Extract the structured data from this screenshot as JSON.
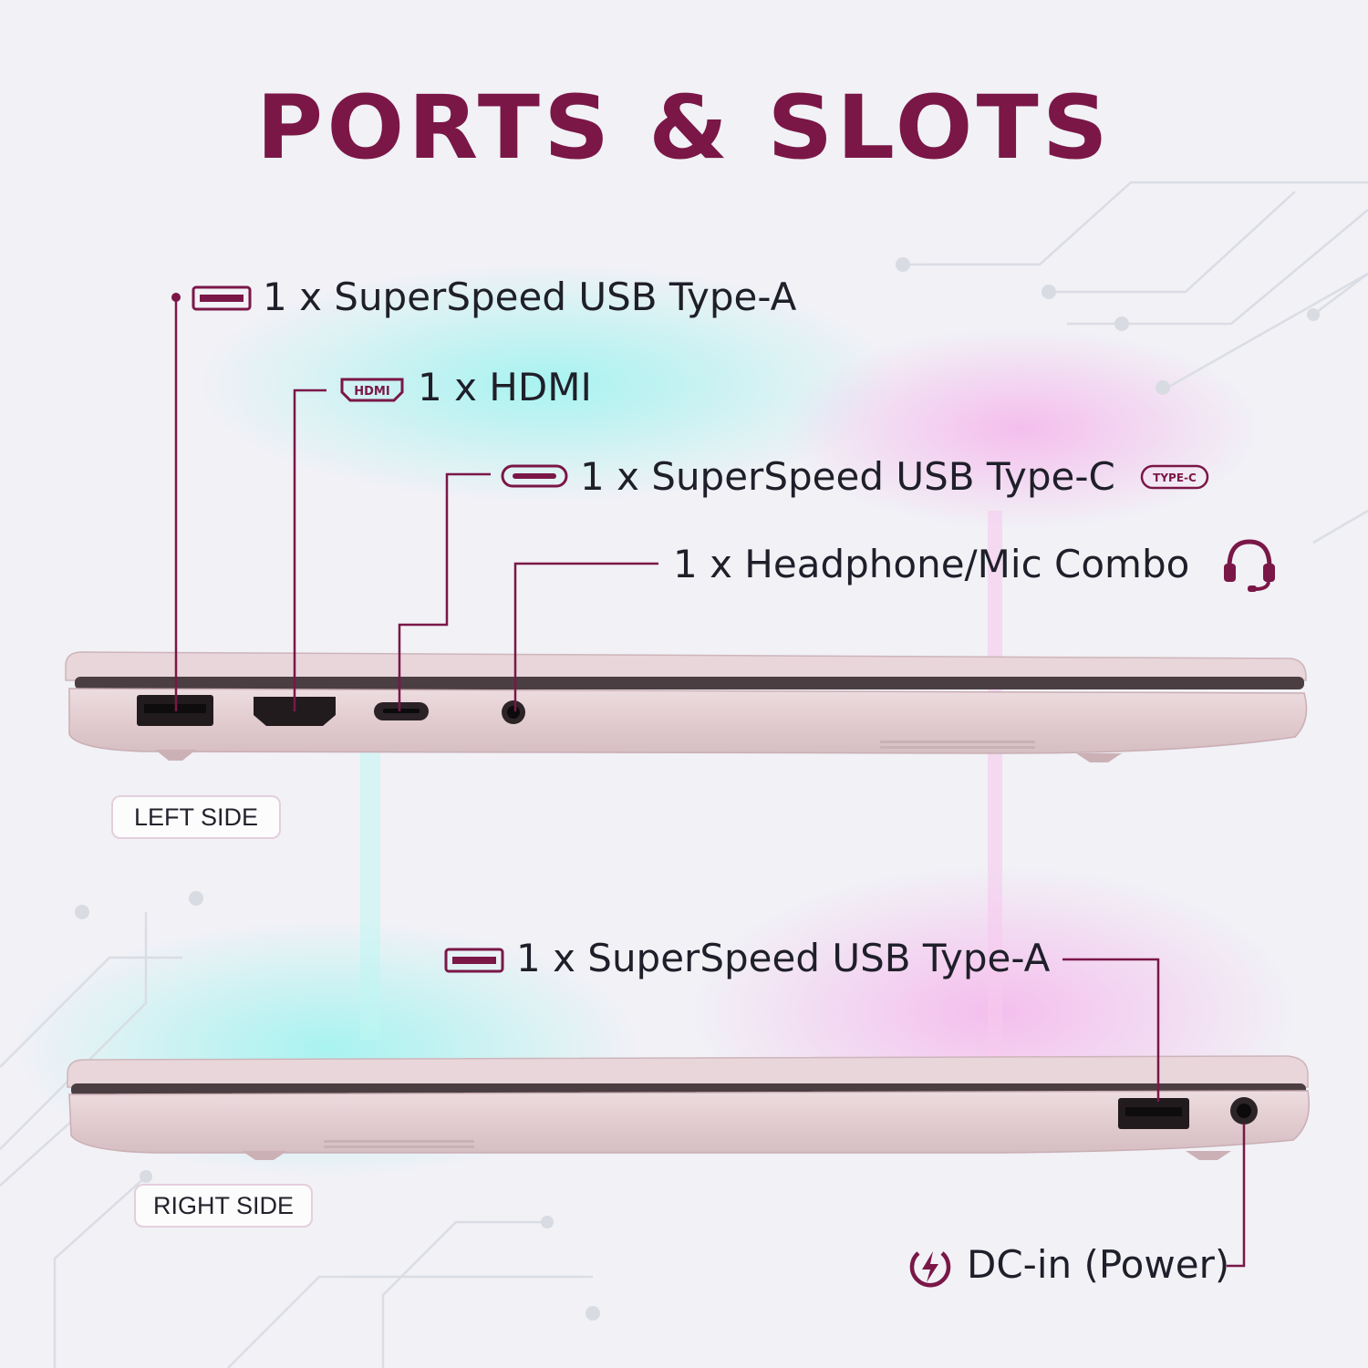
{
  "colors": {
    "accent": "#7a1747",
    "laptop_body": "#e3cfd3",
    "glow_cyan": "#7ff0ea",
    "glow_pink": "#f3a6e4"
  },
  "title": "PORTS & SLOTS",
  "left_side": {
    "badge": "LEFT SIDE",
    "ports": [
      {
        "label": "1 x SuperSpeed USB Type-A",
        "icon": "usb-a-icon"
      },
      {
        "label": "1 x HDMI",
        "icon": "hdmi-icon",
        "icon_text": "HDMI"
      },
      {
        "label": "1 x SuperSpeed USB Type-C",
        "icon": "usb-c-icon",
        "suffix_badge": "TYPE-C"
      },
      {
        "label": "1 x Headphone/Mic Combo",
        "icon": "headset-icon"
      }
    ]
  },
  "right_side": {
    "badge": "RIGHT SIDE",
    "ports": [
      {
        "label": "1 x SuperSpeed USB Type-A",
        "icon": "usb-a-icon"
      },
      {
        "label": "DC-in (Power)",
        "icon": "power-bolt-icon"
      }
    ]
  }
}
